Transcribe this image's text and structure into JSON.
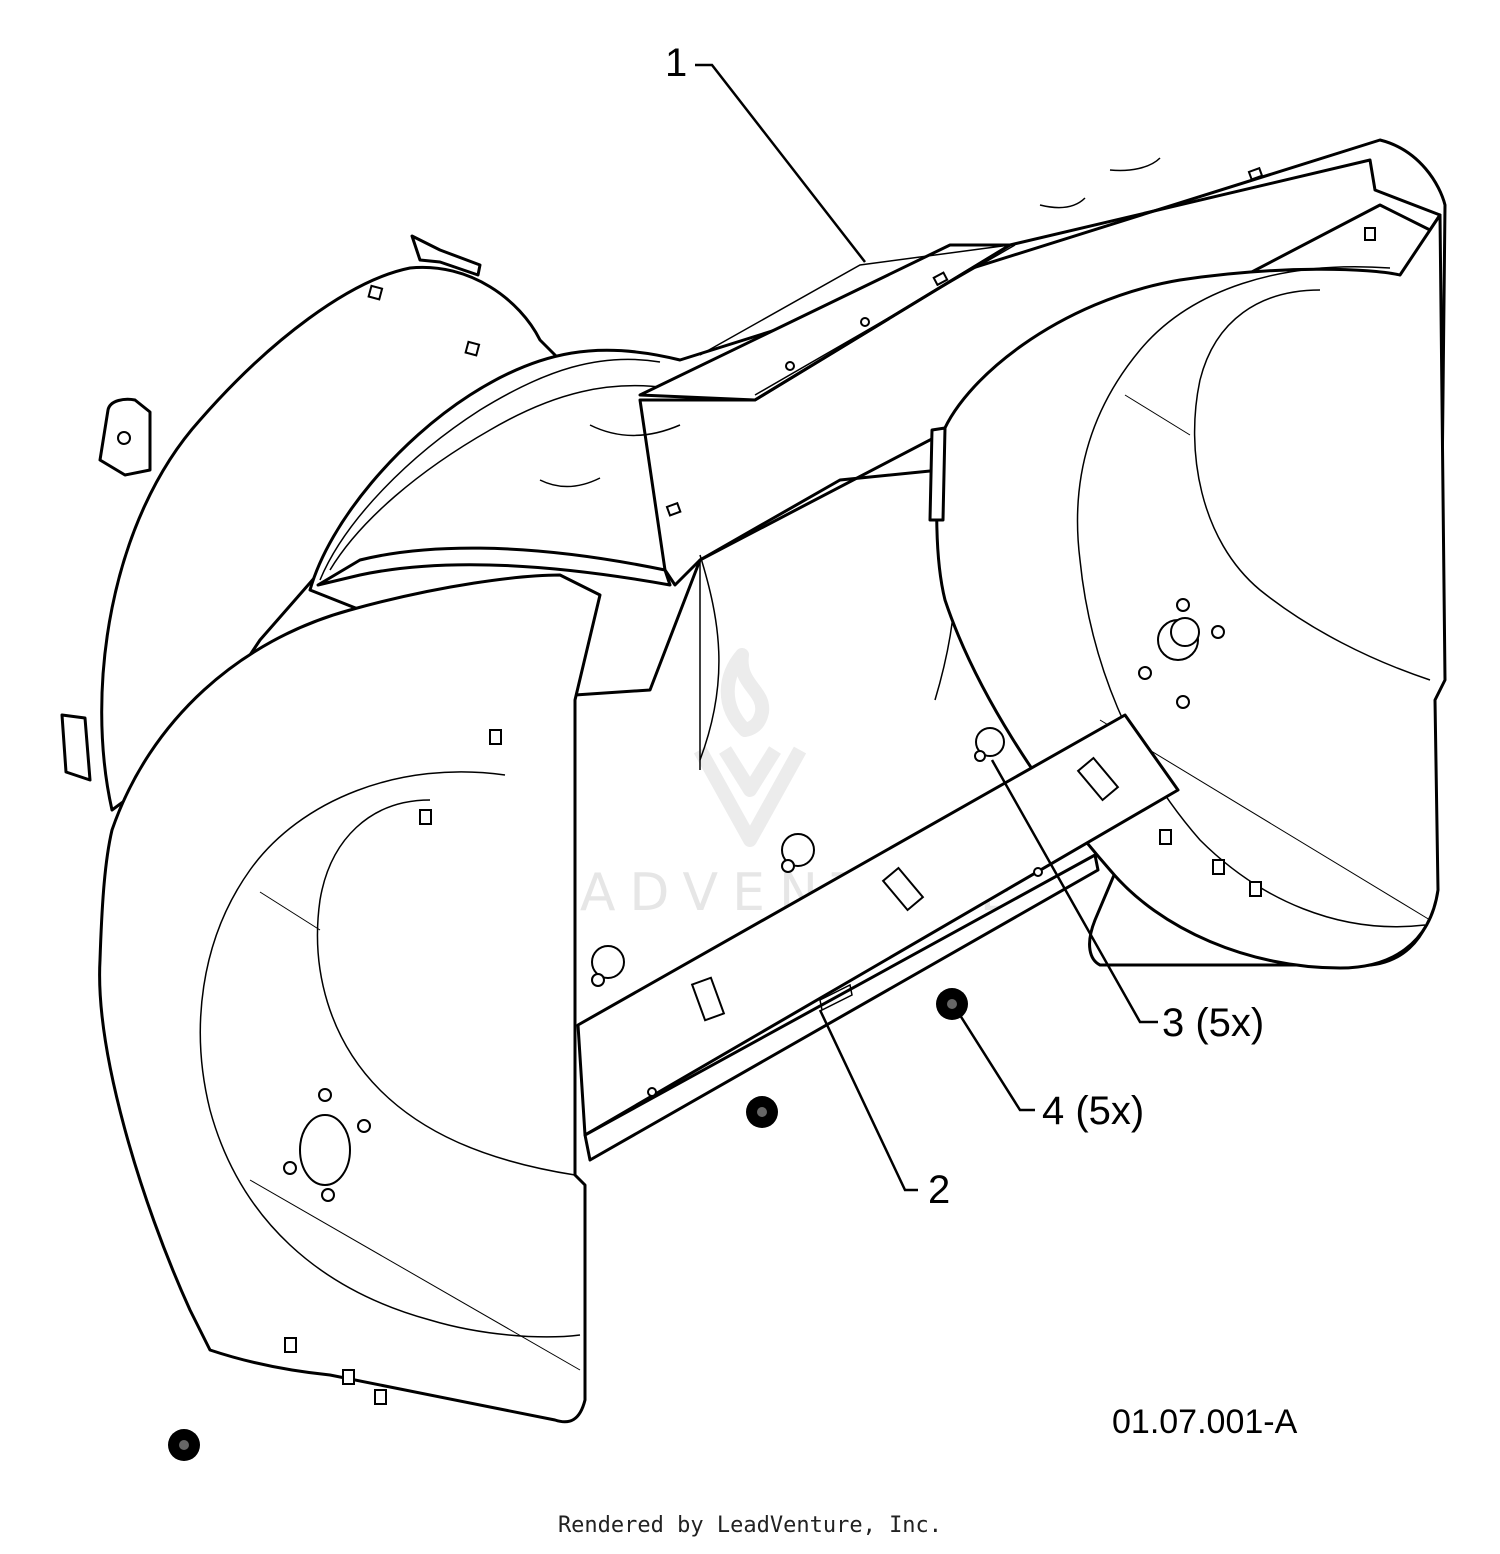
{
  "callouts": [
    {
      "id": "1",
      "label": "1"
    },
    {
      "id": "2",
      "label": "2"
    },
    {
      "id": "3",
      "label": "3 (5x)"
    },
    {
      "id": "4",
      "label": "4 (5x)"
    }
  ],
  "figure_id": "01.07.001-A",
  "watermark": "LEADVENTURE",
  "footer": "Rendered by LeadVenture, Inc."
}
